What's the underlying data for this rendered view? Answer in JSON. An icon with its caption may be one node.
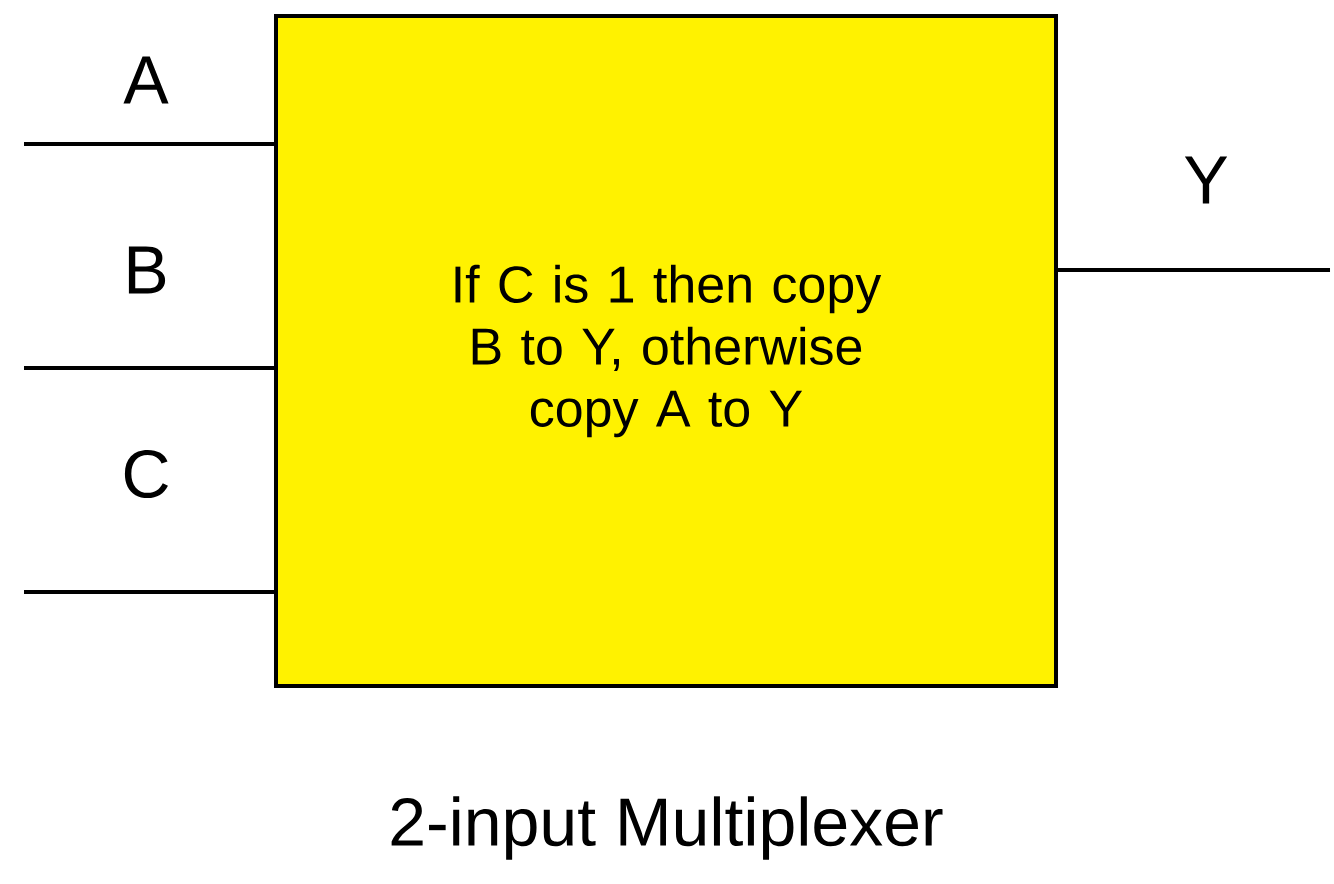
{
  "diagram": {
    "caption": "2-input Multiplexer",
    "nodes": [
      {
        "text": [
          "If C is 1 then copy B to Y, otherwise copy A to Y"
        ]
      },
      {
        "text": [
          "A"
        ]
      },
      {
        "text": [
          "B"
        ]
      },
      {
        "text": [
          "C"
        ]
      },
      {
        "text": [
          "Y"
        ]
      }
    ],
    "edges": [
      {
        "from": 1,
        "to": 0,
        "arrow": "none"
      },
      {
        "from": 2,
        "to": 0,
        "arrow": "none"
      },
      {
        "from": 3,
        "to": 0,
        "arrow": "none"
      },
      {
        "from": 0,
        "to": 4,
        "arrow": "none"
      }
    ]
  }
}
